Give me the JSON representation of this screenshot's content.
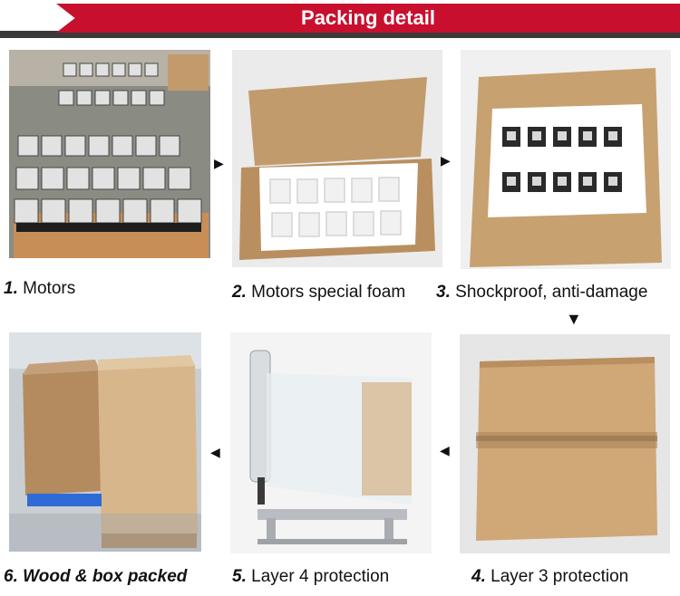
{
  "banner": {
    "title": "Packing detail"
  },
  "steps": [
    {
      "number": "1.",
      "label": "Motors"
    },
    {
      "number": "2.",
      "label": "Motors special foam"
    },
    {
      "number": "3.",
      "label": "Shockproof, anti-damage"
    },
    {
      "number": "4.",
      "label": "Layer 3 protection"
    },
    {
      "number": "5.",
      "label": "Layer 4 protection"
    },
    {
      "number": "6.",
      "label": "Wood & box packed"
    }
  ],
  "icons": {
    "arrow_right": "arrow-right-icon",
    "arrow_down": "arrow-down-icon",
    "arrow_left": "arrow-left-icon"
  },
  "colors": {
    "banner": "#c8102e",
    "banner_shadow": "#3a3a3a",
    "cardboard": "#c9a57a",
    "foam": "#ffffff",
    "pallet": "#2f6bd6"
  }
}
